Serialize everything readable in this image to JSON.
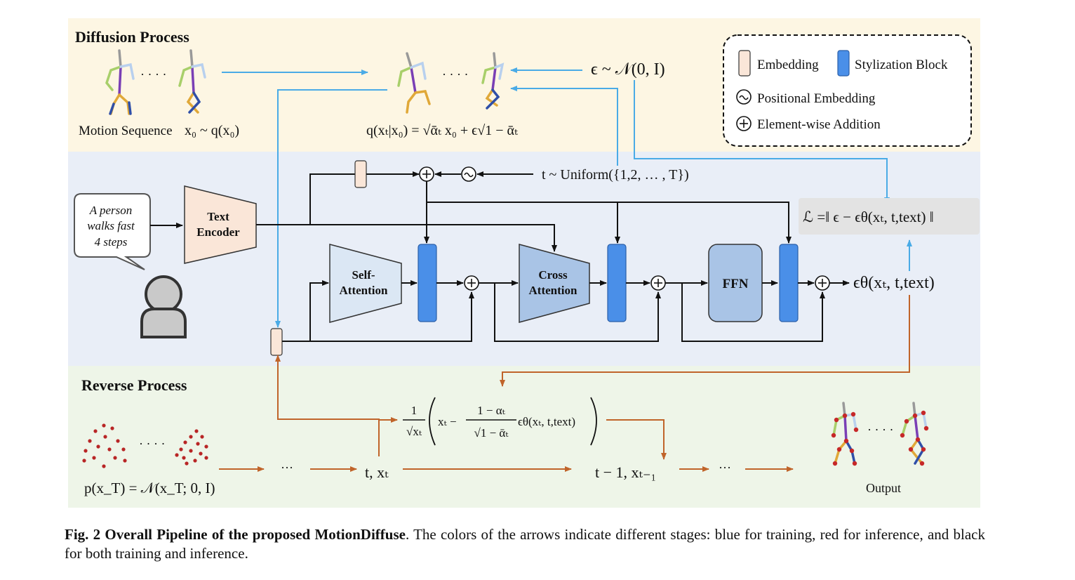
{
  "sections": {
    "diffusion": "Diffusion Process",
    "reverse": "Reverse Process"
  },
  "legend": {
    "embedding": "Embedding",
    "stylization": "Stylization Block",
    "positional": "Positional Embedding",
    "addition": "Element-wise Addition",
    "embedding_color": "#fae6d8",
    "stylization_color": "#4a8fe8"
  },
  "diffusion": {
    "motion_label": "Motion Sequence",
    "motion_formula": "x₀ ~ q(x₀)",
    "forward_formula": "q(xₜ|x₀) = √ᾱₜ x₀ + ϵ√1 − ᾱₜ",
    "noise": "ϵ ~ 𝒩(0, I)",
    "dots": "· · · ·"
  },
  "network": {
    "prompt_lines": [
      "A person",
      "walks fast",
      "4 steps"
    ],
    "text_encoder_lines": [
      "Text",
      "Encoder"
    ],
    "self_attention_lines": [
      "Self-",
      "Attention"
    ],
    "cross_attention_lines": [
      "Cross",
      "Attention"
    ],
    "ffn": "FFN",
    "timestep": "t ~ Uniform({1,2, … , T})",
    "loss": "ℒ =‖ ϵ − ϵθ(xₜ, t,text) ‖",
    "output": "ϵθ(xₜ, t,text)"
  },
  "reverse": {
    "prior": "p(x_T) = 𝒩(x_T; 0, I)",
    "ellipsis": "···",
    "t_xt": "t, xₜ",
    "t1": "t − 1, xₜ₋₁",
    "update_frac_num": "1",
    "update_frac_den": "√xₜ",
    "update_inner_left": "xₜ −",
    "update_inner_num": "1 − αₜ",
    "update_inner_den": "√1 − ᾱₜ",
    "update_eps": "ϵθ(xₜ, t,text)",
    "output_label": "Output"
  },
  "caption": {
    "bold": "Fig. 2 Overall Pipeline of the proposed MotionDiffuse",
    "rest": ". The colors of the arrows indicate different stages: blue for training, red for inference, and black for both training and inference."
  },
  "colors": {
    "diffusion_bg": "#fdf6e3",
    "network_bg": "#e9eef7",
    "reverse_bg": "#eef5e8",
    "training_arrow": "#4aabe6",
    "inference_arrow": "#c0642a",
    "shared_arrow": "#111111",
    "attention_fill": "#dbe7f4",
    "ffn_fill": "#a9c4e6",
    "encoder_fill": "#fae6d8"
  }
}
